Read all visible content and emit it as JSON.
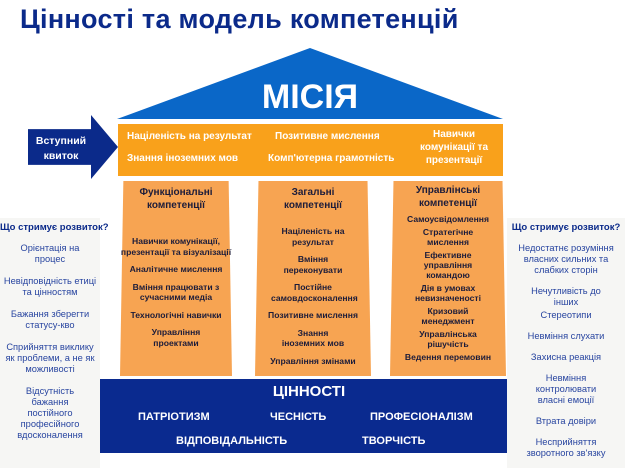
{
  "title": "Цінності та модель компетенцій",
  "mission": "МІСІЯ",
  "entry_ticket": "Вступний квиток",
  "band": [
    "Націленість на результат",
    "Знання іноземних мов",
    "Позитивне мислення",
    "Комп'ютерна грамотність",
    "Навички комунікації та презентації"
  ],
  "columns": [
    {
      "title": "Функціональні компетенції",
      "items": [
        "Навички комунікації, презентації та візуалізації",
        "Аналітичне мислення",
        "Вміння працювати з сучасними медіа",
        "Технологічні навички",
        "Управління проектами"
      ]
    },
    {
      "title": "Загальні компетенції",
      "items": [
        "Націленість на результат",
        "Вміння переконувати",
        "Постійне самовдосконалення",
        "Позитивне мислення",
        "Знання іноземних мов",
        "Управління змінами"
      ]
    },
    {
      "title": "Управлінські компетенції",
      "items": [
        "Самоусвідомлення",
        "Стратегічне мислення",
        "Ефективне управління командою",
        "Дія в умовах невизначеності",
        "Кризовий менеджмент",
        "Управлінська рішучість",
        "Ведення перемовин"
      ]
    }
  ],
  "values": {
    "title": "ЦІННОСТІ",
    "items": [
      "ПАТРІОТИЗМ",
      "ЧЕСНІСТЬ",
      "ПРОФЕСІОНАЛІЗМ",
      "ВІДПОВІДАЛЬНІСТЬ",
      "ТВОРЧІСТЬ"
    ]
  },
  "left_panel": {
    "title": "Що стримує розвиток?",
    "items": [
      "Орієнтація на процес",
      "Невідповідність етиці та цінностям",
      "Бажання зберегти статусу-кво",
      "Сприйняття виклику як проблеми, а не як можливості",
      "Відсутність бажання постійного професійного вдосконалення"
    ]
  },
  "right_panel": {
    "title": "Що стримує розвиток?",
    "items": [
      "Недостатнє розуміння власних сильних та слабких сторін",
      "Нечутливість до інших",
      "Стереотипи",
      "Невміння слухати",
      "Захисна реакція",
      "Невміння контролювати власні емоції",
      "Втрата довіри",
      "Несприйняття зворотного зв'язку"
    ]
  }
}
